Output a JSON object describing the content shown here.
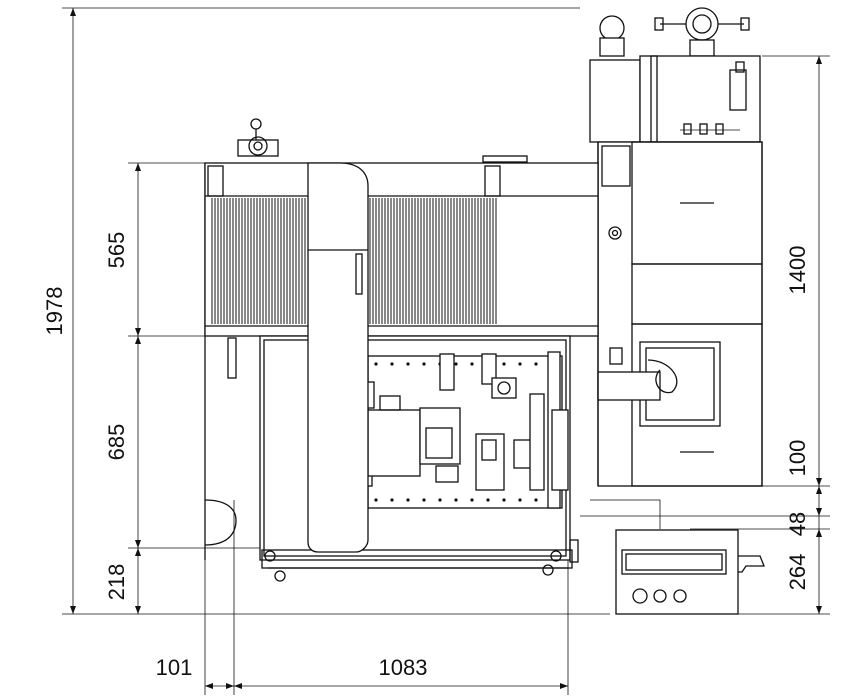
{
  "dimensions": {
    "total_height": "1978",
    "upper_section": "565",
    "middle_section": "685",
    "lower_section": "218",
    "right_cabinet_height": "1400",
    "right_offset": "100",
    "right_gap": "48",
    "control_panel_height": "264",
    "left_offset_width": "101",
    "base_width": "1083"
  }
}
